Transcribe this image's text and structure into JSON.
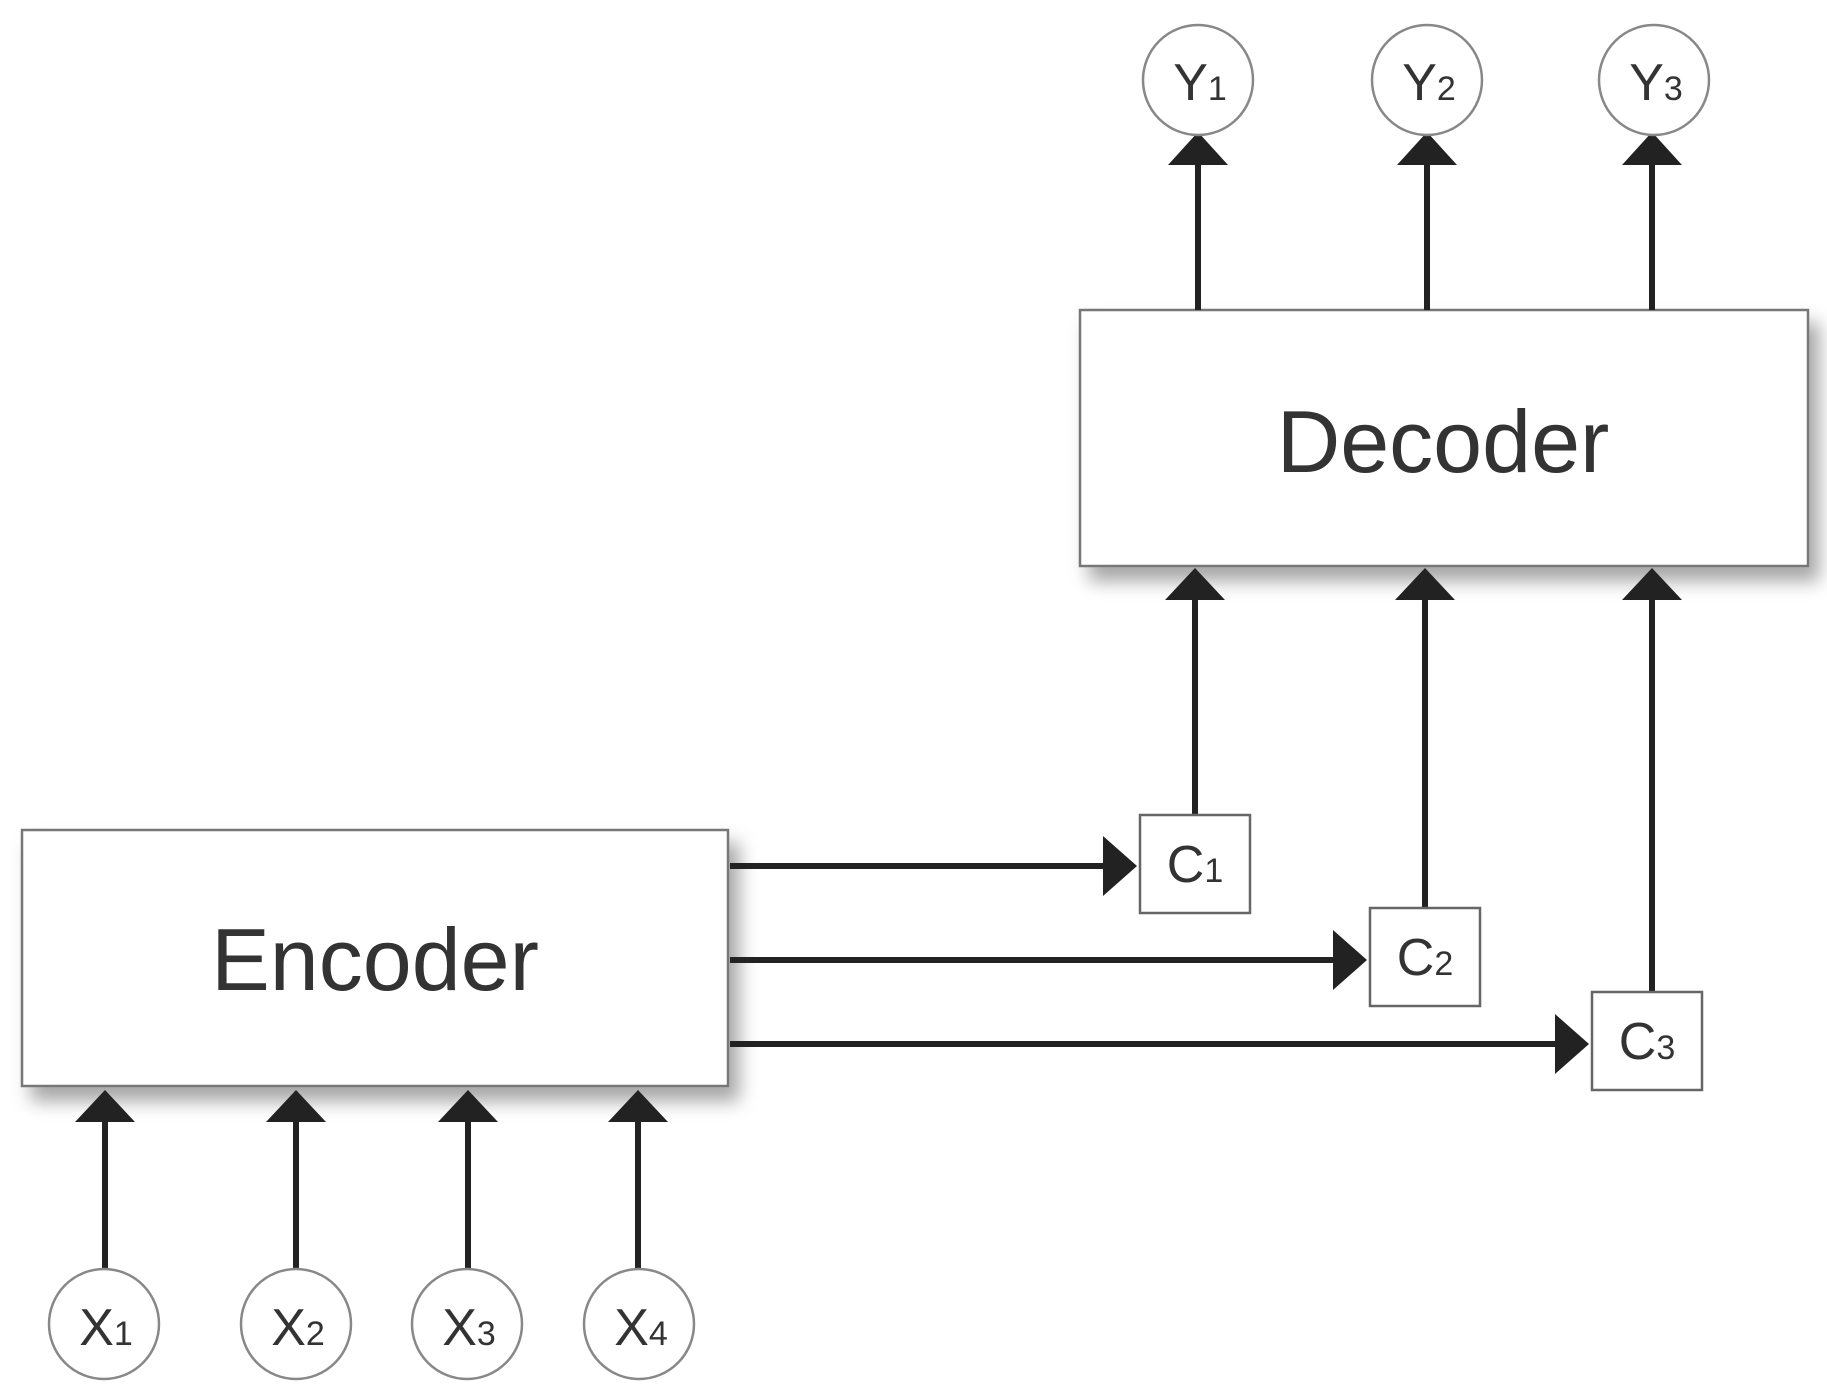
{
  "encoder": {
    "label": "Encoder"
  },
  "decoder": {
    "label": "Decoder"
  },
  "inputs": [
    {
      "letter": "X",
      "sub": "1"
    },
    {
      "letter": "X",
      "sub": "2"
    },
    {
      "letter": "X",
      "sub": "3"
    },
    {
      "letter": "X",
      "sub": "4"
    }
  ],
  "contexts": [
    {
      "letter": "C",
      "sub": "1"
    },
    {
      "letter": "C",
      "sub": "2"
    },
    {
      "letter": "C",
      "sub": "3"
    }
  ],
  "outputs": [
    {
      "letter": "Y",
      "sub": "1"
    },
    {
      "letter": "Y",
      "sub": "2"
    },
    {
      "letter": "Y",
      "sub": "3"
    }
  ]
}
